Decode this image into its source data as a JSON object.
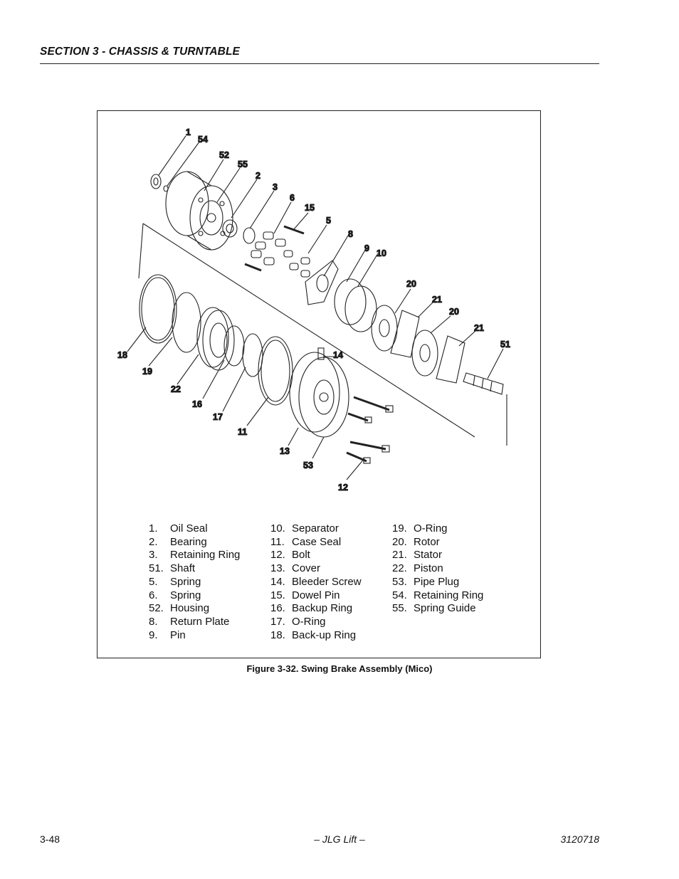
{
  "header": {
    "section_title": "SECTION 3 - CHASSIS & TURNTABLE"
  },
  "figure": {
    "callouts": [
      "1",
      "54",
      "52",
      "55",
      "2",
      "3",
      "6",
      "15",
      "5",
      "8",
      "9",
      "10",
      "20",
      "21",
      "20",
      "21",
      "51",
      "14",
      "18",
      "19",
      "22",
      "16",
      "17",
      "11",
      "13",
      "53",
      "12"
    ],
    "legend": [
      [
        {
          "num": "1.",
          "label": "Oil Seal"
        },
        {
          "num": "2.",
          "label": "Bearing"
        },
        {
          "num": "3.",
          "label": "Retaining Ring"
        },
        {
          "num": "51.",
          "label": "Shaft"
        },
        {
          "num": "5.",
          "label": "Spring"
        },
        {
          "num": "6.",
          "label": "Spring"
        },
        {
          "num": "52.",
          "label": "Housing"
        },
        {
          "num": "8.",
          "label": "Return Plate"
        },
        {
          "num": "9.",
          "label": "Pin"
        }
      ],
      [
        {
          "num": "10.",
          "label": "Separator"
        },
        {
          "num": "11.",
          "label": "Case Seal"
        },
        {
          "num": "12.",
          "label": "Bolt"
        },
        {
          "num": "13.",
          "label": "Cover"
        },
        {
          "num": "14.",
          "label": "Bleeder Screw"
        },
        {
          "num": "15.",
          "label": "Dowel Pin"
        },
        {
          "num": "16.",
          "label": "Backup Ring"
        },
        {
          "num": "17.",
          "label": "O-Ring"
        },
        {
          "num": "18.",
          "label": "Back-up Ring"
        }
      ],
      [
        {
          "num": "19.",
          "label": "O-Ring"
        },
        {
          "num": "20.",
          "label": "Rotor"
        },
        {
          "num": "21.",
          "label": "Stator"
        },
        {
          "num": "22.",
          "label": "Piston"
        },
        {
          "num": "53.",
          "label": "Pipe Plug"
        },
        {
          "num": "54.",
          "label": "Retaining Ring"
        },
        {
          "num": "55.",
          "label": "Spring Guide"
        }
      ]
    ],
    "caption": "Figure 3-32.  Swing Brake Assembly (Mico)"
  },
  "footer": {
    "page": "3-48",
    "publisher": "– JLG Lift –",
    "doc_number": "3120718"
  }
}
